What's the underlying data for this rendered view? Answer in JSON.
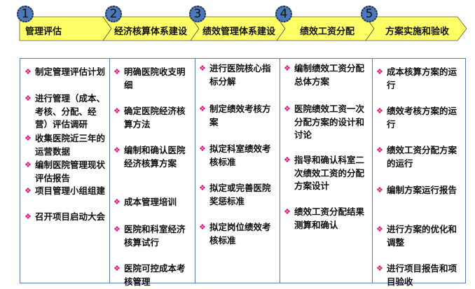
{
  "stages": [
    {
      "number": "1",
      "label": "管理评估"
    },
    {
      "number": "2",
      "label": "经济核算体系建设"
    },
    {
      "number": "3",
      "label": "绩效管理体系建设"
    },
    {
      "number": "4",
      "label": "绩效工资分配"
    },
    {
      "number": "5",
      "label": "方案实施和验收"
    }
  ],
  "colors": {
    "banner": "#ffff66",
    "badge": "#4a78b8",
    "bullet": "#e0107a",
    "border": "#5b7bb0"
  },
  "bullet_icon": "❖",
  "columns": [
    {
      "items": [
        "制定管理评估计划",
        "进行管理（成本、考核、分配、经营）评估调研",
        "收集医院近三年的运营数据",
        "编制医院管理现状评估报告",
        "项目管理小组组建",
        "召开项目启动大会"
      ]
    },
    {
      "items": [
        "明确医院收支明细",
        "确定医院经济核算方法",
        "编制和确认医院经济核算方案",
        "成本管理培训",
        "医院和科室经济核算试行",
        "医院可控成本考核管理"
      ]
    },
    {
      "items": [
        "进行医院核心指标分解",
        "制定绩效考核方案",
        "拟定科室绩效考核标准",
        "拟定或完善医院奖惩标准",
        "拟定岗位绩效考核标准"
      ]
    },
    {
      "items": [
        "编制绩效工资分配总体方案",
        "医院绩效工资一次分配方案的设计和讨论",
        "指导和确认科室二次绩效工资的分配方案设计",
        "绩效工资分配结果测算和确认"
      ]
    },
    {
      "items": [
        "成本核算方案的运行",
        "绩效考核方案的运行",
        "绩效工资分配方案的运行",
        "编制方案运行报告",
        "进行方案的优化和调整",
        "进行项目报告和项目验收"
      ]
    }
  ]
}
